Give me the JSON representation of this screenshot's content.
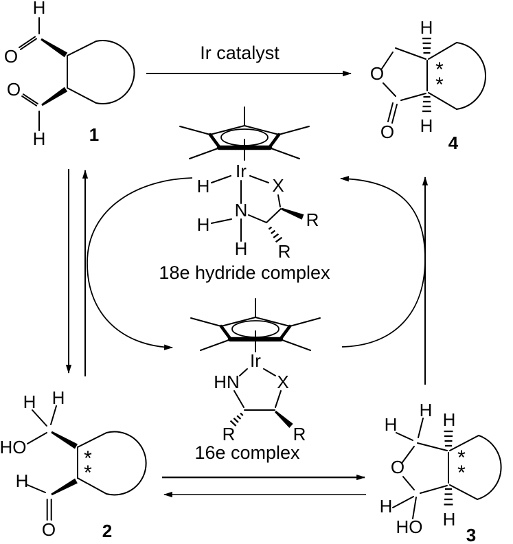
{
  "figure": {
    "type": "catalytic-cycle-reaction-scheme",
    "reaction_arrow_label": "Ir catalyst",
    "complex_labels": {
      "hydride": "18e hydride complex",
      "unsaturated": "16e complex"
    }
  },
  "compound_numbers": {
    "c1": "1",
    "c2": "2",
    "c3": "3",
    "c4": "4"
  },
  "atom_labels": {
    "h": "H",
    "o": "O",
    "ho": "HO",
    "n": "N",
    "hn": "HN",
    "ir": "Ir",
    "x": "X",
    "r": "R",
    "stereocenter_mark": "*"
  },
  "arrows": [
    {
      "from": "1",
      "to": "4",
      "label": "Ir catalyst",
      "style": "straight-forward"
    },
    {
      "from": "1",
      "to": "2",
      "style": "two-vertical-arrows-equilibrium"
    },
    {
      "from": "2",
      "to": "3",
      "style": "two-horizontal-arrows-equilibrium"
    },
    {
      "from": "3",
      "to": "4",
      "style": "straight-forward-up"
    },
    {
      "from": "18e hydride complex",
      "to": "16e complex",
      "style": "curved-left"
    },
    {
      "from": "16e complex",
      "to": "18e hydride complex",
      "style": "curved-right"
    }
  ],
  "colors": {
    "ink": "#000000",
    "background": "#ffffff"
  }
}
